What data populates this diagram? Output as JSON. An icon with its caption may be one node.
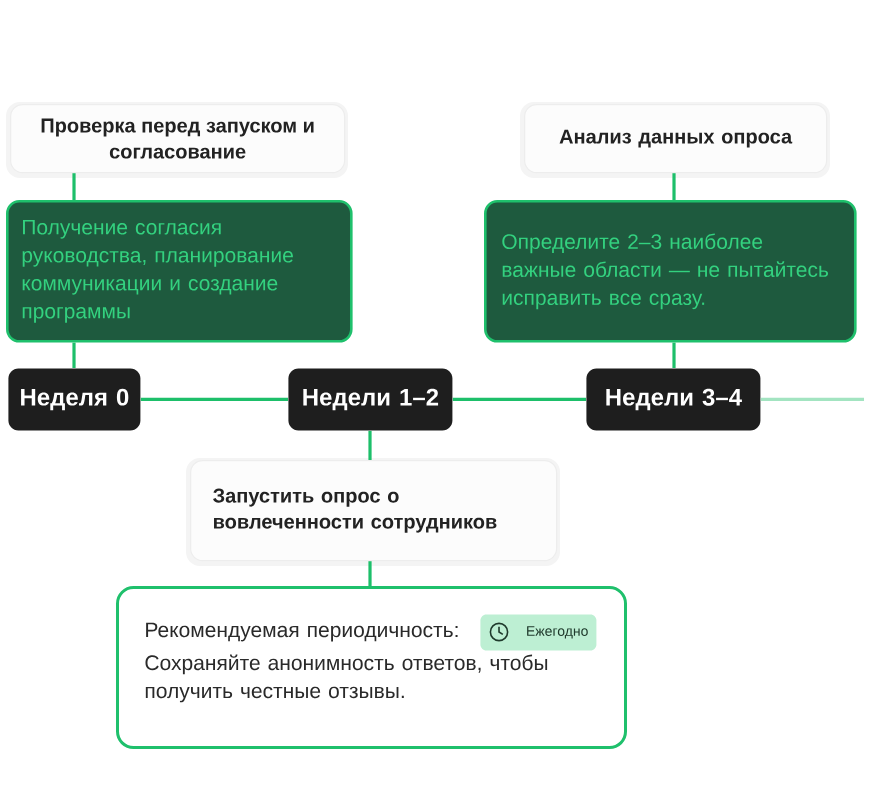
{
  "diagram": {
    "nodes": [
      {
        "text": [
          "Проверка перед запуском и согласование"
        ]
      },
      {
        "text": [
          "Получение согласия руководства, планирование коммуникации и создание программы"
        ]
      },
      {
        "text": [
          "Неделя 0"
        ]
      },
      {
        "text": [
          "Недели 1–2"
        ]
      },
      {
        "text": [
          "Недели 3–4"
        ]
      },
      {
        "text": [
          "Анализ данных опроса"
        ]
      },
      {
        "text": [
          "Определите 2–3 наиболее важные области — не пытайтесь исправить все сразу."
        ]
      },
      {
        "text": [
          "Запустить опрос о вовлеченности сотрудников"
        ]
      },
      {
        "text": [
          "Рекомендуемая периодичность:",
          "Сохраняйте анонимность ответов, чтобы получить честные отзывы."
        ]
      },
      {
        "text": [
          "Ежегодно"
        ],
        "in": 8
      }
    ],
    "edges": [
      {
        "from": 0,
        "to": 1,
        "arrow": "none"
      },
      {
        "from": 1,
        "to": 2,
        "arrow": "none"
      },
      {
        "from": 2,
        "to": 3,
        "arrow": "none"
      },
      {
        "from": 3,
        "to": 4,
        "arrow": "none"
      },
      {
        "from": 4,
        "to": null,
        "arrow": "none",
        "color": "#a3e4c1"
      },
      {
        "from": 3,
        "to": 7,
        "arrow": "none"
      },
      {
        "from": 7,
        "to": 8,
        "arrow": "none"
      },
      {
        "from": 5,
        "to": 6,
        "arrow": "none"
      },
      {
        "from": 6,
        "to": 4,
        "arrow": "none"
      }
    ]
  }
}
